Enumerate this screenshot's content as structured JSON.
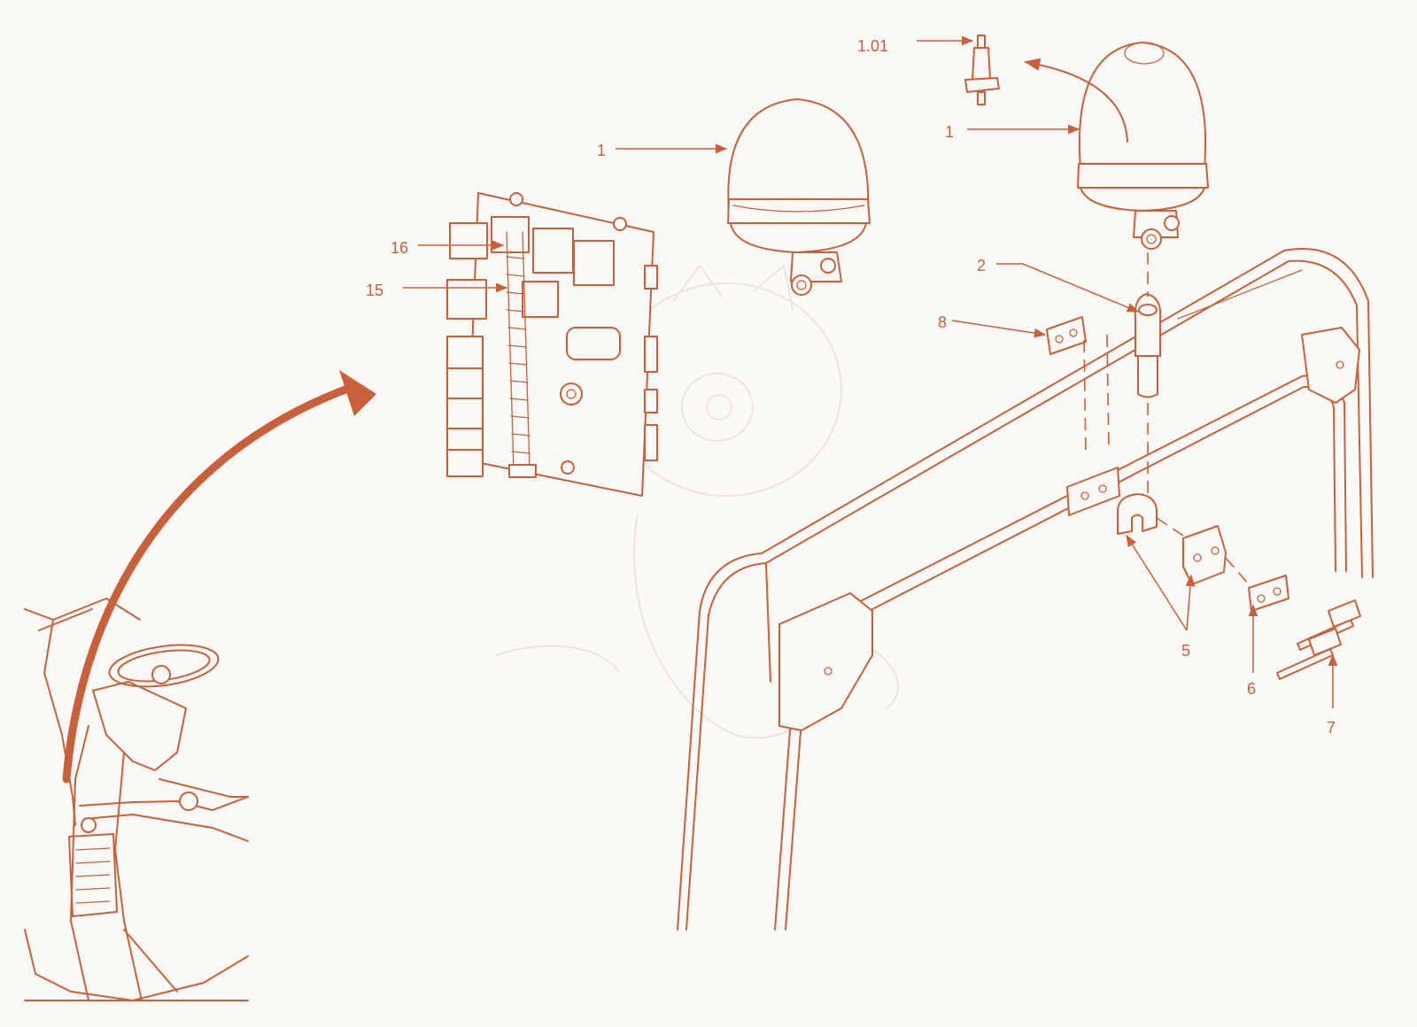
{
  "callouts": {
    "c_1_01": "1.01",
    "c_1_left": "1",
    "c_1_right": "1",
    "c_2": "2",
    "c_5": "5",
    "c_6": "6",
    "c_7": "7",
    "c_8": "8",
    "c_15": "15",
    "c_16": "16"
  },
  "colors": {
    "line": "#c9603a",
    "background": "#fbfaf7",
    "watermark": "#ece5dc"
  }
}
